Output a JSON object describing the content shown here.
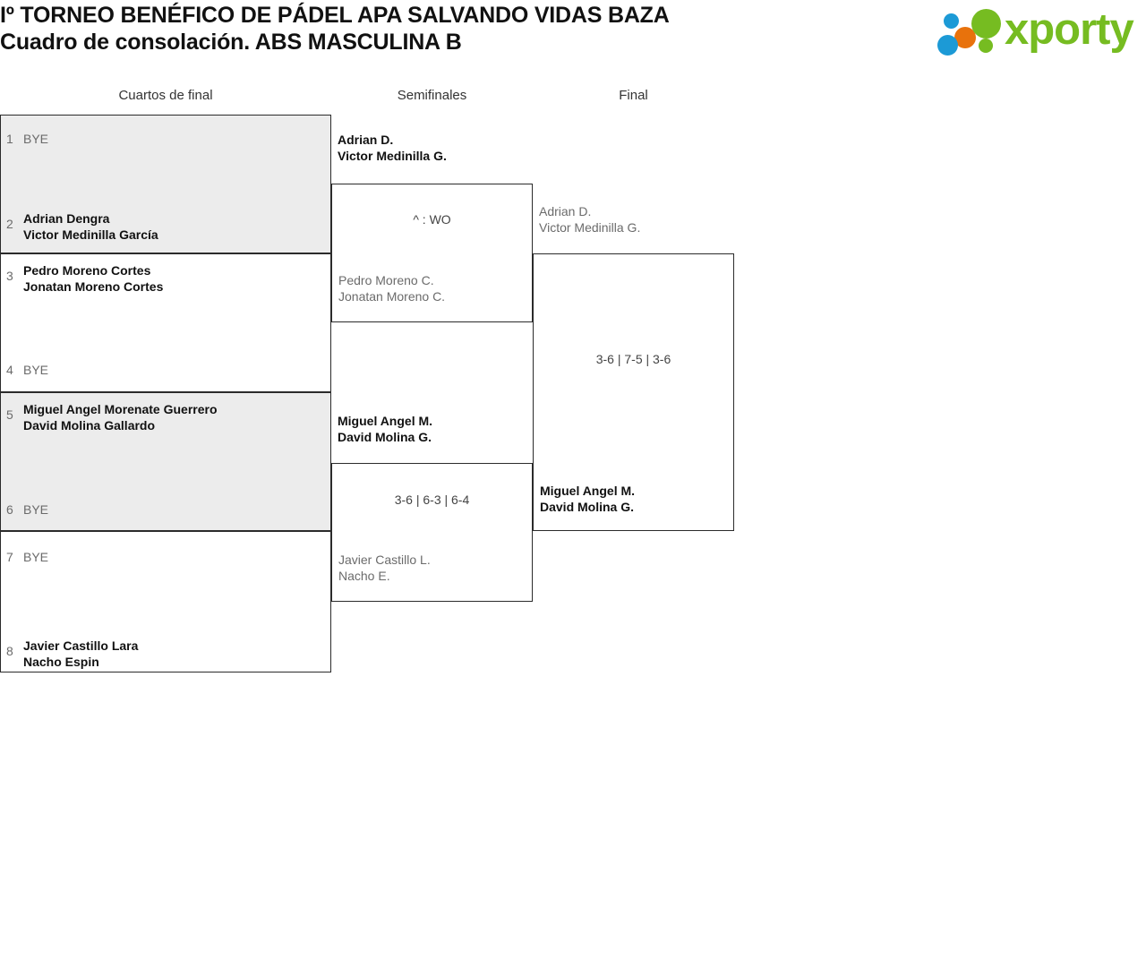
{
  "header": {
    "title_line1": "Iº TORNEO BENÉFICO DE PÁDEL APA SALVANDO VIDAS BAZA",
    "title_line2": "Cuadro de consolación. ABS MASCULINA B",
    "logo_text": "xporty",
    "logo_colors": {
      "green": "#76bc21",
      "blue": "#1c9ad6",
      "orange": "#e8720c"
    }
  },
  "rounds": [
    {
      "name": "round-1",
      "label": "Cuartos de final"
    },
    {
      "name": "round-2",
      "label": "Semifinales"
    },
    {
      "name": "round-3",
      "label": "Final"
    }
  ],
  "round1": {
    "slots": [
      {
        "seed": "1",
        "bye": "BYE"
      },
      {
        "seed": "2",
        "p1": "Adrian Dengra",
        "p2": "Victor Medinilla García"
      },
      {
        "seed": "3",
        "p1": "Pedro Moreno Cortes",
        "p2": "Jonatan Moreno Cortes"
      },
      {
        "seed": "4",
        "bye": "BYE"
      },
      {
        "seed": "5",
        "p1": "Miguel Angel Morenate Guerrero",
        "p2": "David Molina Gallardo"
      },
      {
        "seed": "6",
        "bye": "BYE"
      },
      {
        "seed": "7",
        "bye": "BYE"
      },
      {
        "seed": "8",
        "p1": "Javier Castillo Lara",
        "p2": "Nacho Espin"
      }
    ]
  },
  "round2": {
    "matches": [
      {
        "winner_p1": "Adrian D.",
        "winner_p2": "Victor Medinilla G.",
        "loser_p1": "Pedro Moreno C.",
        "loser_p2": "Jonatan Moreno C.",
        "score": "^ : WO"
      },
      {
        "winner_p1": "Miguel Angel M.",
        "winner_p2": "David Molina G.",
        "loser_p1": "Javier Castillo L.",
        "loser_p2": "Nacho E.",
        "score": "3-6 | 6-3 | 6-4"
      }
    ]
  },
  "round3": {
    "matches": [
      {
        "loser_p1": "Adrian D.",
        "loser_p2": "Victor Medinilla G.",
        "winner_p1": "Miguel Angel M.",
        "winner_p2": "David Molina G.",
        "score": "3-6 | 7-5 | 3-6"
      }
    ]
  }
}
